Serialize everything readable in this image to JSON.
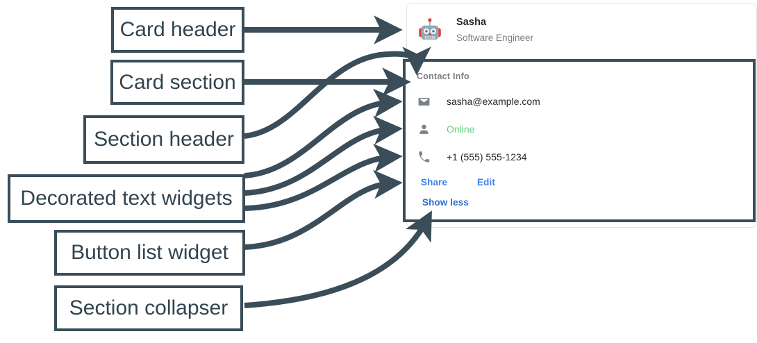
{
  "annotations": [
    {
      "id": "card-header",
      "label": "Card header"
    },
    {
      "id": "card-section",
      "label": "Card section"
    },
    {
      "id": "section-header",
      "label": "Section header"
    },
    {
      "id": "decorated-text",
      "label": "Decorated text widgets"
    },
    {
      "id": "button-list",
      "label": "Button list widget"
    },
    {
      "id": "section-collapser",
      "label": "Section collapser"
    }
  ],
  "card": {
    "header": {
      "avatar_icon": "robot-avatar-icon",
      "name": "Sasha",
      "subtitle": "Software Engineer"
    },
    "section": {
      "title": "Contact Info",
      "rows": [
        {
          "icon": "email-icon",
          "value": "sasha@example.com",
          "value_color": "#22272b"
        },
        {
          "icon": "person-icon",
          "value": "Online",
          "value_color": "#66d07f"
        },
        {
          "icon": "phone-icon",
          "value": "+1 (555) 555-1234",
          "value_color": "#22272b"
        }
      ],
      "buttons": [
        {
          "label": "Share"
        },
        {
          "label": "Edit"
        }
      ],
      "collapser": {
        "label": "Show less"
      }
    }
  },
  "colors": {
    "annotation_stroke": "#3a4d59",
    "annotation_text": "#32444f",
    "link_blue": "#3b82e8",
    "collapser_blue": "#2f6fd0",
    "online_green": "#66d07f",
    "muted_text": "#7a7f84",
    "card_border": "#e2e4e6"
  }
}
